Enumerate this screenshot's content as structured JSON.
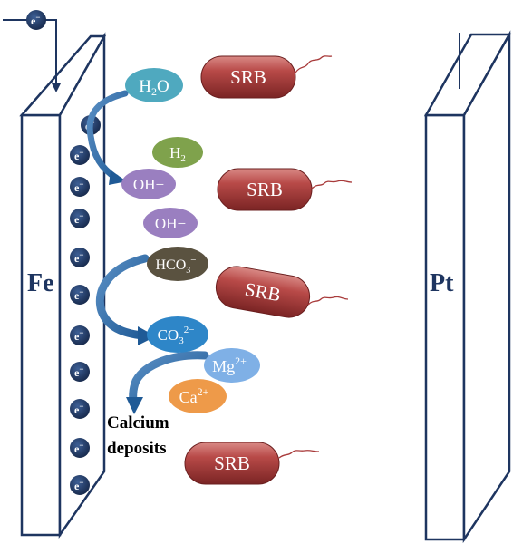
{
  "electrodes": {
    "fe_label": "Fe",
    "pt_label": "Pt"
  },
  "electron_symbol": "e",
  "electron_charge": "−",
  "species": {
    "h2o": "H2O",
    "h2": "H2",
    "oh1": "OH−",
    "oh2": "OH−",
    "hco3": "HCO3−",
    "co3": "CO32−",
    "mg": "Mg2+",
    "ca": "Ca2+"
  },
  "srb_labels": [
    "SRB",
    "SRB",
    "SRB",
    "SRB"
  ],
  "deposit_label_line1": "Calcium",
  "deposit_label_line2": "deposits",
  "colors": {
    "electron": "#1f3a66",
    "electrode_stroke": "#1e3560",
    "h2o": "#4fa9bf",
    "h2": "#7fa24c",
    "oh": "#9a7fc0",
    "hco3": "#5a5240",
    "co3": "#2e86c8",
    "mg": "#7fb0e6",
    "ca": "#ee9a49",
    "srb": "#a83a3a",
    "arrow": "#2e6fa8"
  }
}
